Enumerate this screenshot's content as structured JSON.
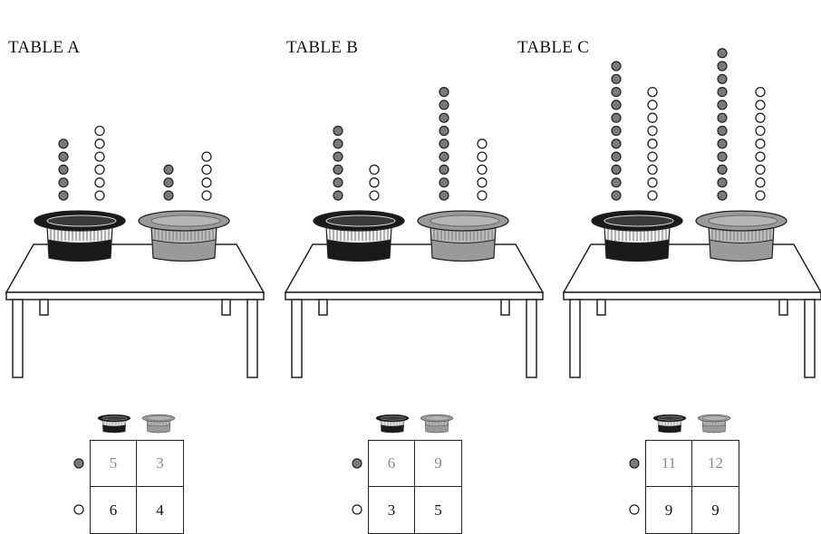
{
  "panels": [
    {
      "title": "TABLE A",
      "hat_dark": {
        "filled": 5,
        "open": 6
      },
      "hat_gray": {
        "filled": 3,
        "open": 4
      },
      "grid": {
        "filled_row": [
          "5",
          "3"
        ],
        "open_row": [
          "6",
          "4"
        ]
      }
    },
    {
      "title": "TABLE B",
      "hat_dark": {
        "filled": 6,
        "open": 3
      },
      "hat_gray": {
        "filled": 9,
        "open": 5
      },
      "grid": {
        "filled_row": [
          "6",
          "9"
        ],
        "open_row": [
          "3",
          "5"
        ]
      }
    },
    {
      "title": "TABLE C",
      "hat_dark": {
        "filled": 11,
        "open": 9
      },
      "hat_gray": {
        "filled": 12,
        "open": 9
      },
      "grid": {
        "filled_row": [
          "11",
          "12"
        ],
        "open_row": [
          "9",
          "9"
        ]
      }
    }
  ],
  "colors": {
    "filled_marble": "#7a7a7a",
    "open_marble": "#ffffff",
    "dark_hat": "#1a1a1a",
    "gray_hat": "#9a9a9a",
    "line": "#222222"
  }
}
